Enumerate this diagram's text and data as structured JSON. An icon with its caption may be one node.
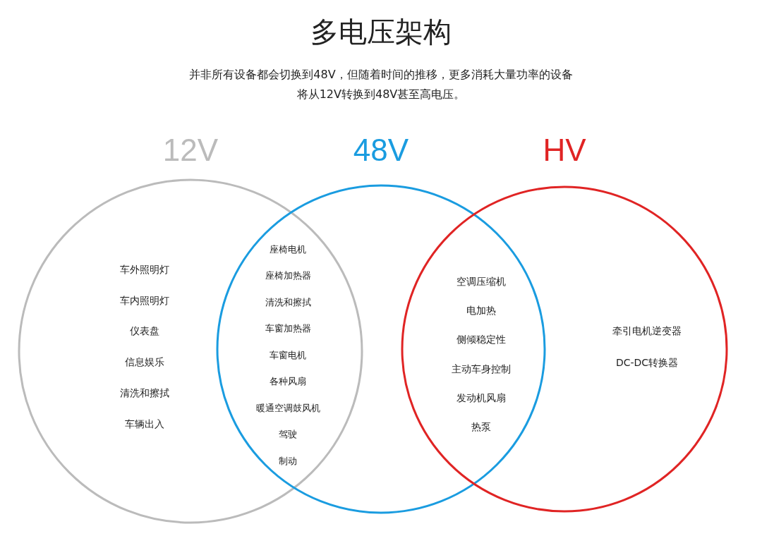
{
  "diagram": {
    "title": "多电压架构",
    "nodes": [
      {
        "text": [
          "12V",
          "车外照明灯",
          "车内照明灯",
          "仪表盘",
          "信息娱乐",
          "清洗和擦拭",
          "车辆出入"
        ]
      },
      {
        "text": [
          "48V"
        ]
      },
      {
        "text": [
          "HV",
          "牵引电机逆变器",
          "DC-DC转换器"
        ]
      }
    ],
    "edges": [],
    "labels": [
      "并非所有设备都会切换到48V，但随着时间的推移，更多消耗大量功率的设备将从12V转换到48V甚至高电压。",
      "座椅电机",
      "座椅加热器",
      "清洗和擦拭",
      "车窗加热器",
      "车窗电机",
      "各种风扇",
      "暖通空调鼓风机",
      "驾驶",
      "制动",
      "空调压缩机",
      "电加热",
      "侧倾稳定性",
      "主动车身控制",
      "发动机风扇",
      "热泵"
    ]
  }
}
